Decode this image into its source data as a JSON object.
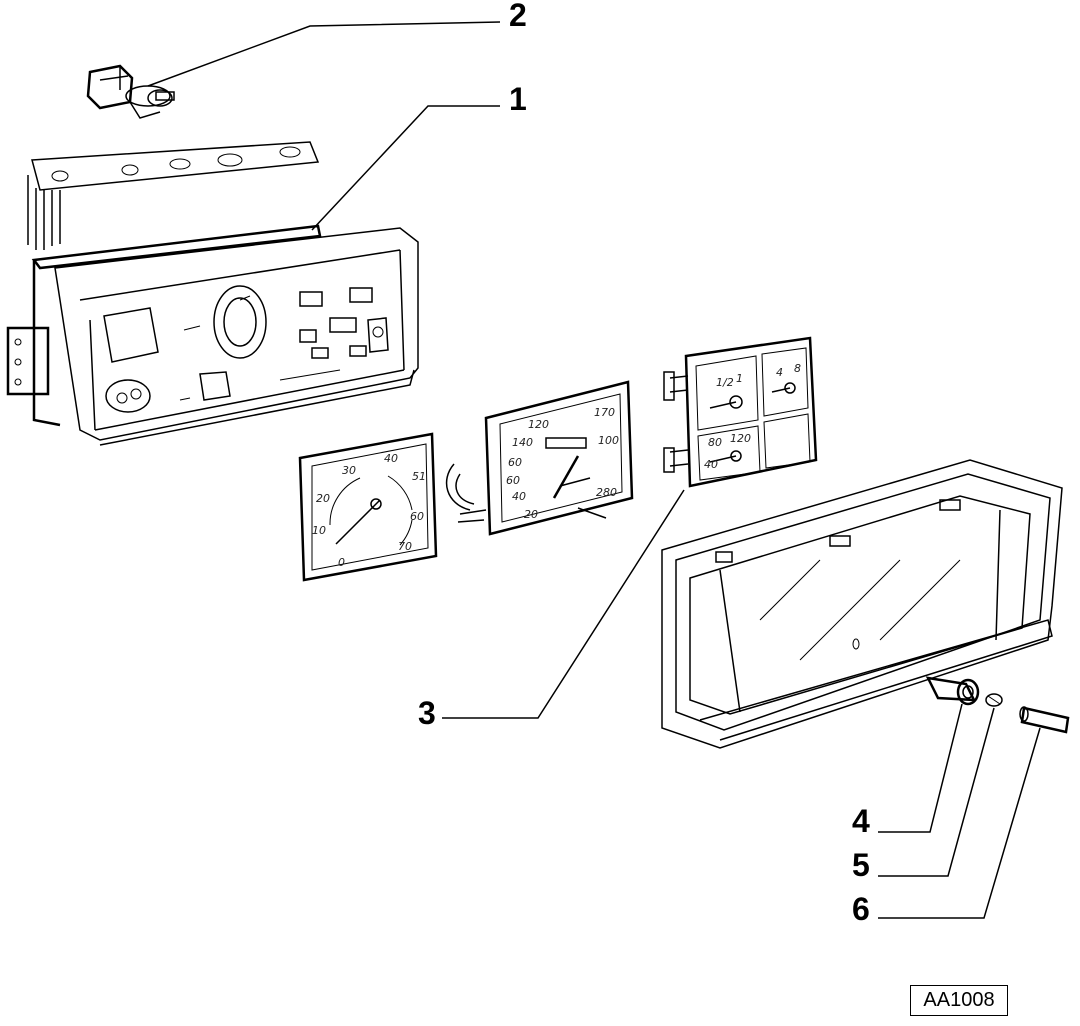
{
  "callouts": {
    "c1": "1",
    "c2": "2",
    "c3": "3",
    "c4": "4",
    "c5": "5",
    "c6": "6"
  },
  "reference_code": "AA1008",
  "tach_labels": [
    "30",
    "40",
    "20",
    "51",
    "10",
    "60",
    "0",
    "70"
  ],
  "speedo_labels": [
    "120",
    "140",
    "170",
    "100",
    "60",
    "60",
    "40",
    "20",
    "280"
  ],
  "gauge_labels": [
    "1/2",
    "1",
    "4",
    "8",
    "80",
    "120",
    "40"
  ]
}
